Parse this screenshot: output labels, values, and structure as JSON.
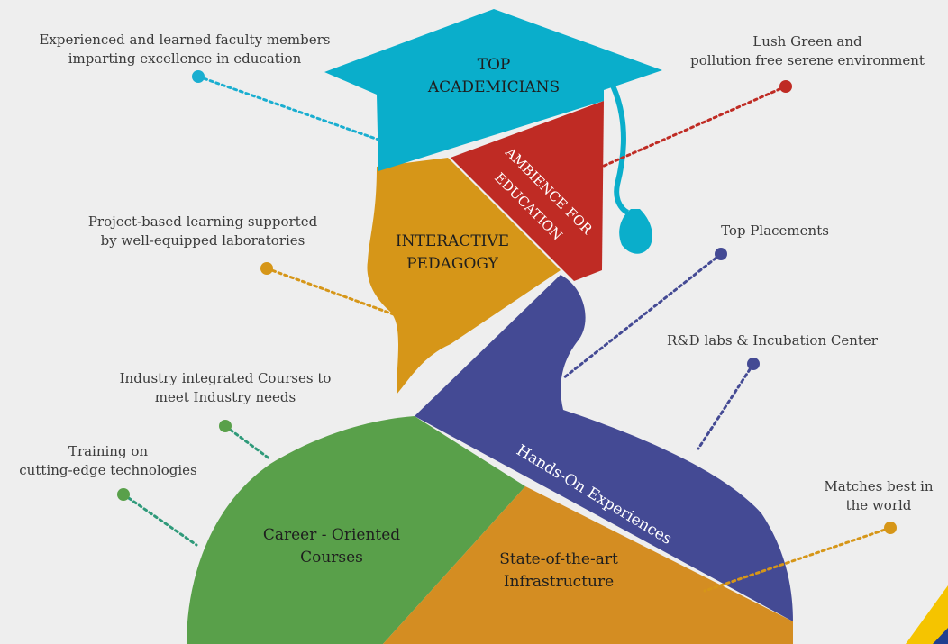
{
  "colors": {
    "background": "#eeeeee",
    "cap": "#0aaecb",
    "ambience": "#bf2b24",
    "pedagogy": "#d69618",
    "hands_on": "#444a94",
    "career": "#59a04a",
    "infrastructure": "#d48d22",
    "accent_corner": "#f5c400",
    "dot_cyan": "#1aaed0",
    "dot_red": "#bf2b24",
    "dot_orange": "#d69618",
    "dot_navy": "#444a94",
    "dot_green": "#2f9a7a"
  },
  "segments": {
    "academicians": {
      "line1": "TOP",
      "line2": "ACADEMICIANS"
    },
    "ambience": {
      "line1": "AMBIENCE FOR",
      "line2": "EDUCATION"
    },
    "pedagogy": {
      "line1": "INTERACTIVE",
      "line2": "PEDAGOGY"
    },
    "hands_on": {
      "label": "Hands-On Experiences"
    },
    "career": {
      "line1": "Career - Oriented",
      "line2": "Courses"
    },
    "infrastructure": {
      "line1": "State-of-the-art",
      "line2": "Infrastructure"
    }
  },
  "callouts": {
    "faculty": {
      "line1": "Experienced and learned faculty members",
      "line2": "imparting excellence in education"
    },
    "environment": {
      "line1": "Lush Green and",
      "line2": "pollution free serene environment"
    },
    "projects": {
      "line1": "Project-based learning supported",
      "line2": "by well-equipped laboratories"
    },
    "placements": {
      "line1": "Top Placements"
    },
    "rnd": {
      "line1": "R&D labs & Incubation Center"
    },
    "industry": {
      "line1": "Industry integrated Courses to",
      "line2": "meet Industry needs"
    },
    "training": {
      "line1": "Training on",
      "line2": "cutting-edge technologies"
    },
    "world": {
      "line1": "Matches best in",
      "line2": "the world"
    }
  }
}
